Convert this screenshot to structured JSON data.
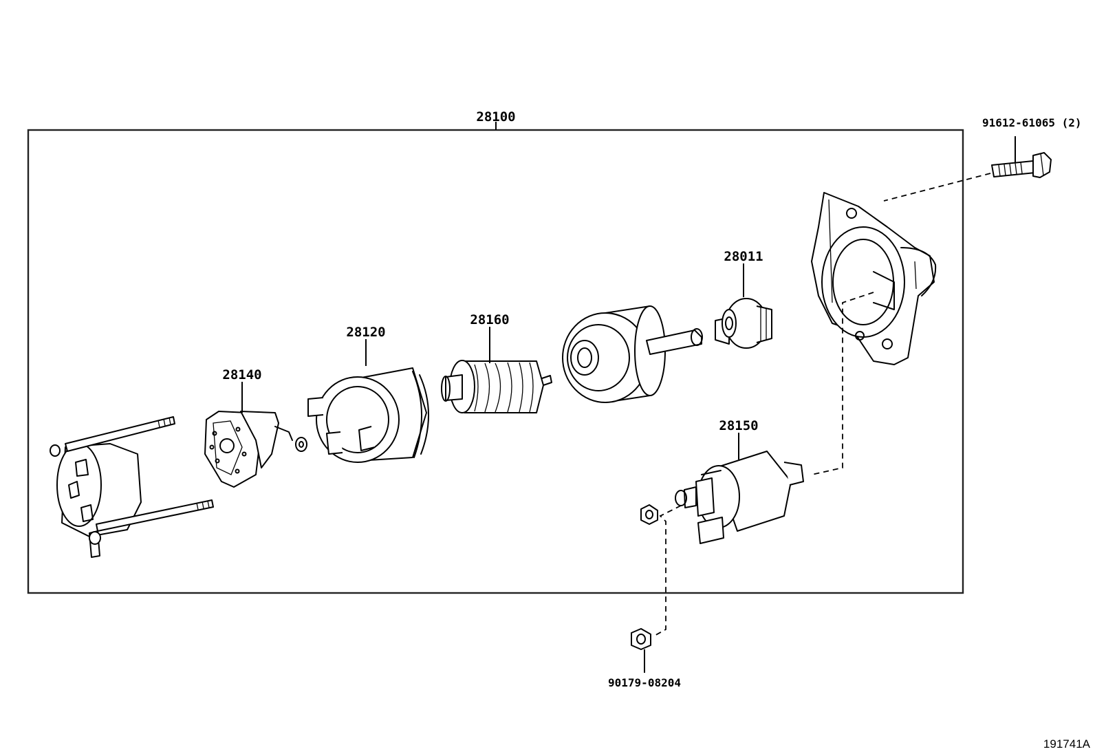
{
  "diagram_id": "191741A",
  "assembly_label": "28100",
  "callouts": {
    "bolt": "91612-61065 (2)",
    "pinion_gear": "28011",
    "armature": "28160",
    "yoke": "28120",
    "brush_holder": "28140",
    "solenoid": "28150",
    "nut": "90179-08204"
  }
}
